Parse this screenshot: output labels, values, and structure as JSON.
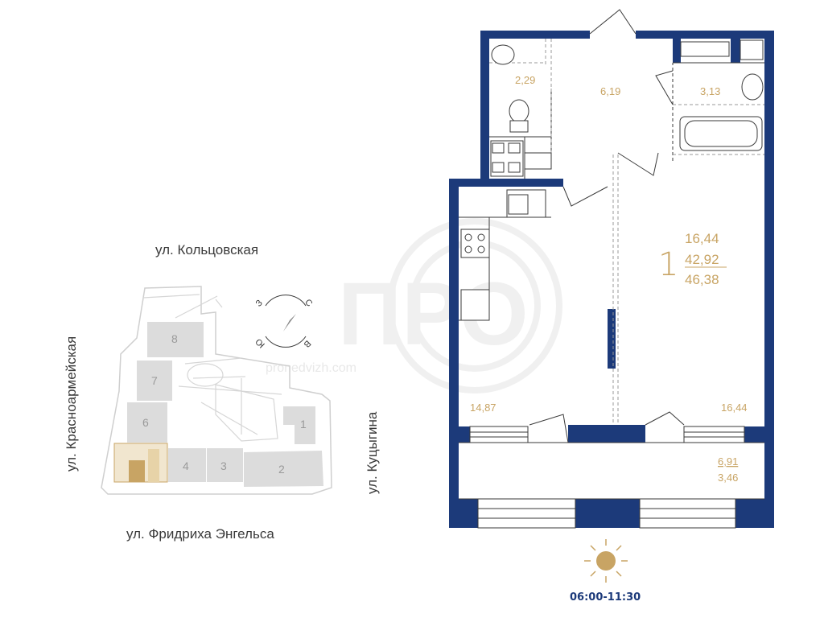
{
  "streets": {
    "north": "ул. Кольцовская",
    "west": "ул. Красноармейская",
    "east": "ул. Куцыгина",
    "south": "ул. Фридриха Энгельса"
  },
  "compass": {
    "north": "С",
    "east": "В",
    "south": "Ю",
    "west": "З"
  },
  "buildings": [
    "1",
    "2",
    "3",
    "4",
    "6",
    "7",
    "8"
  ],
  "watermark": {
    "logo": "ПРО",
    "site": "pronedvizh.com"
  },
  "apartment": {
    "rooms": "1",
    "living_area": "16,44",
    "total_area": "42,92",
    "total_with_balcony": "46,38"
  },
  "rooms": {
    "bathroom_wc": "2,29",
    "hallway": "6,19",
    "bathroom": "3,13",
    "kitchen": "14,87",
    "living_room": "16,44",
    "balcony_area": "6,91",
    "balcony_reduced": "3,46"
  },
  "sun": {
    "hours": "06:00-11:30",
    "color": "#c8a464"
  },
  "colors": {
    "wall": "#1c3a7a",
    "accent": "#c8a464",
    "site_shade": "#dcdcdc"
  }
}
